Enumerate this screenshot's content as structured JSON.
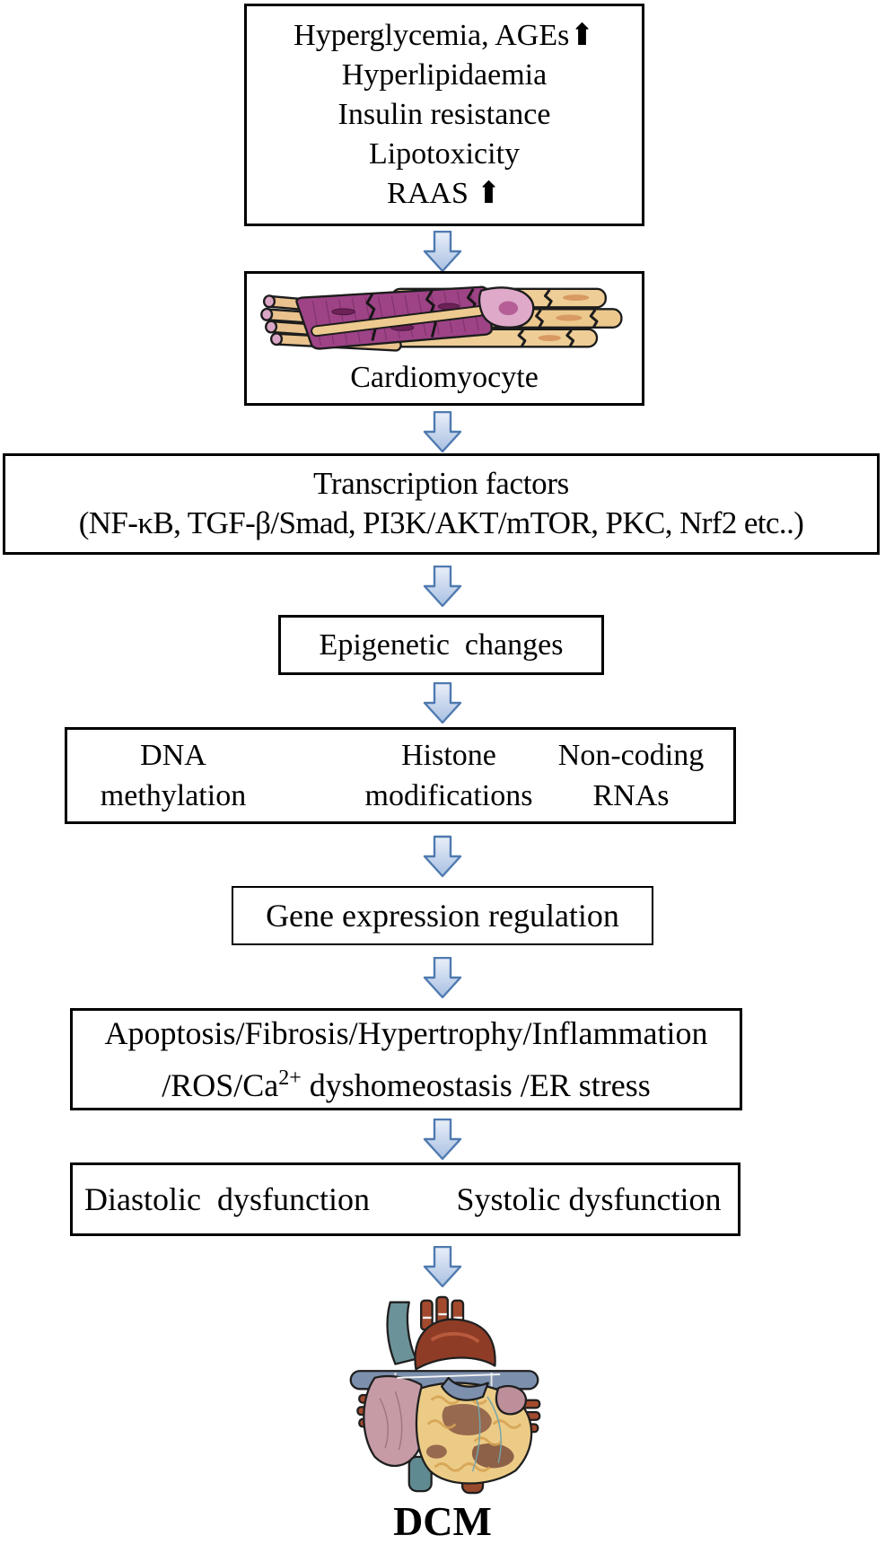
{
  "colors": {
    "arrow_border": "#4f7ab0",
    "arrow_fill_top": "#e9eff9",
    "arrow_fill_bottom": "#a9c0e2",
    "box_border": "#000000"
  },
  "flow": {
    "risk_factors": {
      "lines": [
        "Hyperglycemia, AGEs⬆",
        "Hyperlipidaemia",
        "Insulin resistance",
        "Lipotoxicity",
        "RAAS ⬆"
      ]
    },
    "cardiomyocyte": {
      "label": "Cardiomyocyte"
    },
    "transcription": {
      "title": "Transcription factors",
      "detail": "(NF-κB, TGF-β/Smad, PI3K/AKT/mTOR, PKC, Nrf2 etc..)"
    },
    "epigenetic": {
      "label": "Epigenetic  changes"
    },
    "mechanisms": {
      "columns": [
        {
          "line1": "DNA",
          "line2": "methylation"
        },
        {
          "line1": "Histone",
          "line2": "modifications"
        },
        {
          "line1": "Non-coding",
          "line2": "RNAs"
        }
      ]
    },
    "gene_regulation": {
      "label": "Gene expression regulation"
    },
    "outcomes": {
      "line1": "Apoptosis/Fibrosis/Hypertrophy/Inflammation",
      "line2_pre": "/ROS/Ca",
      "line2_sup": "2+",
      "line2_post": " dyshomeostasis /ER stress"
    },
    "dysfunction": {
      "left": "Diastolic  dysfunction",
      "right": "Systolic dysfunction"
    },
    "final": {
      "label": "DCM"
    }
  }
}
